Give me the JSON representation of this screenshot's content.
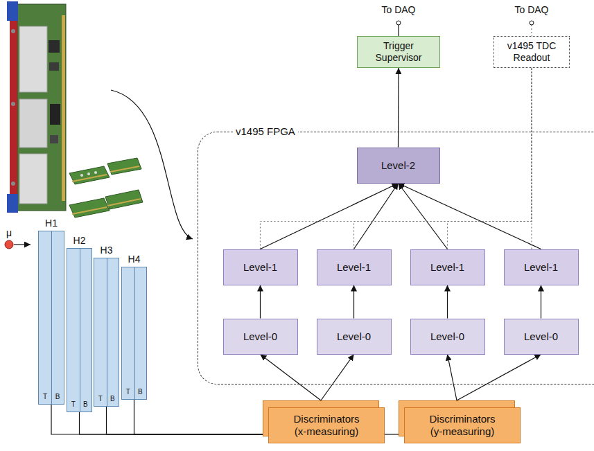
{
  "diagram": {
    "nodes": [
      {
        "text": [
          "Trigger Supervisor"
        ]
      },
      {
        "text": [
          "v1495 TDC Readout"
        ]
      },
      {
        "text": [
          "v1495 FPGA"
        ]
      },
      {
        "text": [
          "Level-2"
        ],
        "in": 2
      },
      {
        "text": [
          "Level-1"
        ],
        "in": 2
      },
      {
        "text": [
          "Level-1"
        ],
        "in": 2
      },
      {
        "text": [
          "Level-1"
        ],
        "in": 2
      },
      {
        "text": [
          "Level-1"
        ],
        "in": 2
      },
      {
        "text": [
          "Level-0"
        ],
        "in": 2
      },
      {
        "text": [
          "Level-0"
        ],
        "in": 2
      },
      {
        "text": [
          "Level-0"
        ],
        "in": 2
      },
      {
        "text": [
          "Level-0"
        ],
        "in": 2
      },
      {
        "text": [
          "H1",
          "T",
          "B"
        ]
      },
      {
        "text": [
          "H2",
          "T",
          "B"
        ]
      },
      {
        "text": [
          "H3",
          "T",
          "B"
        ]
      },
      {
        "text": [
          "H4",
          "T",
          "B"
        ]
      },
      {
        "text": [
          "Discriminators (x-measuring)"
        ]
      },
      {
        "text": [
          "Discriminators (y-measuring)"
        ]
      }
    ],
    "edges": [
      {
        "from": 8,
        "to": 4,
        "arrow": "to"
      },
      {
        "from": 9,
        "to": 5,
        "arrow": "to"
      },
      {
        "from": 10,
        "to": 6,
        "arrow": "to"
      },
      {
        "from": 11,
        "to": 7,
        "arrow": "to"
      },
      {
        "from": 4,
        "to": 3,
        "arrow": "to"
      },
      {
        "from": 5,
        "to": 3,
        "arrow": "to"
      },
      {
        "from": 6,
        "to": 3,
        "arrow": "to"
      },
      {
        "from": 7,
        "to": 3,
        "arrow": "to"
      },
      {
        "from": 3,
        "to": 0,
        "arrow": "to"
      },
      {
        "from": 4,
        "to": 1,
        "arrow": "none"
      },
      {
        "from": 5,
        "to": 1,
        "arrow": "none"
      },
      {
        "from": 6,
        "to": 1,
        "arrow": "none"
      },
      {
        "from": 7,
        "to": 1,
        "arrow": "none"
      },
      {
        "from": 16,
        "to": 8,
        "arrow": "to"
      },
      {
        "from": 16,
        "to": 9,
        "arrow": "to"
      },
      {
        "from": 17,
        "to": 10,
        "arrow": "to"
      },
      {
        "from": 17,
        "to": 11,
        "arrow": "to"
      },
      {
        "from": 12,
        "to": 16,
        "arrow": "none"
      },
      {
        "from": 13,
        "to": 16,
        "arrow": "none"
      },
      {
        "from": 14,
        "to": 16,
        "arrow": "none"
      },
      {
        "from": 15,
        "to": 16,
        "arrow": "none"
      },
      {
        "from": 16,
        "to": 17,
        "arrow": "none"
      }
    ],
    "labels": [
      "To DAQ",
      "To DAQ",
      "μ"
    ]
  }
}
